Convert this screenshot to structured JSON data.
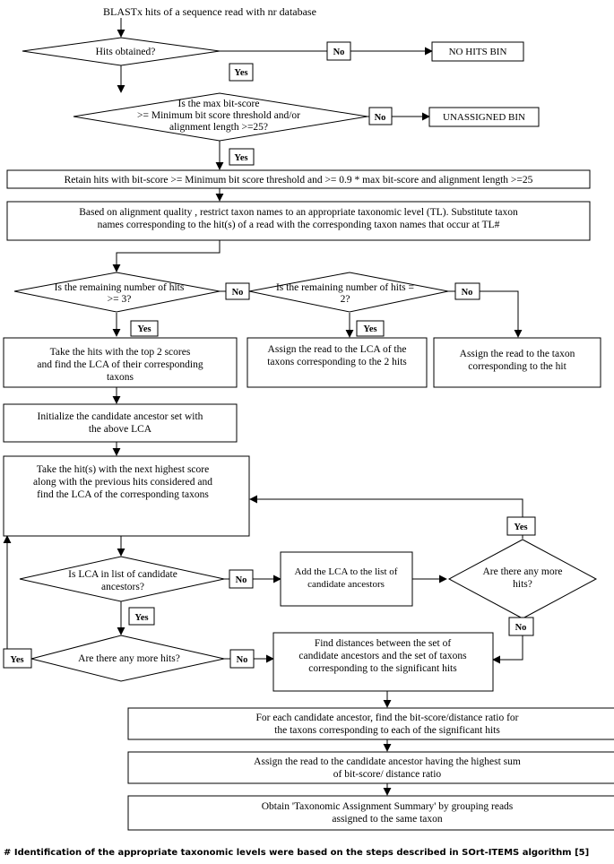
{
  "start_text": "BLASTx hits of a sequence read with nr database",
  "decisions": {
    "hits_obtained": [
      "Hits obtained?"
    ],
    "max_bitscore": [
      "Is the max bit-score",
      ">= Minimum bit score threshold and/or",
      "alignment length >=25?"
    ],
    "remaining_ge3": [
      "Is the remaining number of hits",
      ">= 3?"
    ],
    "remaining_eq2": [
      "Is the remaining number of hits =",
      "2?"
    ],
    "lca_in_list": [
      "Is LCA in list of candidate",
      "ancestors?"
    ],
    "more_hits_right": [
      "Are there any more",
      "hits?"
    ],
    "more_hits_left": [
      "Are there any more hits?"
    ]
  },
  "processes": {
    "no_hits_bin": [
      "NO HITS BIN"
    ],
    "unassigned_bin": [
      "UNASSIGNED BIN"
    ],
    "retain_hits": [
      "Retain hits with bit-score >= Minimum bit score threshold and >= 0.9 * max bit-score and alignment length >=25"
    ],
    "restrict_taxon": [
      "Based on alignment quality , restrict taxon names to an appropriate taxonomic level (TL). Substitute taxon",
      "names corresponding to the hit(s) of a read with the corresponding taxon names that occur at TL#"
    ],
    "top2": [
      "Take the hits with the top 2 scores",
      "and find the LCA of their corresponding",
      "taxons"
    ],
    "assign_lca2": [
      "Assign the read to the LCA of the",
      "taxons corresponding to the 2 hits"
    ],
    "assign_taxon": [
      "Assign the read to the taxon",
      "corresponding to the hit"
    ],
    "init_candidate": [
      "Initialize the candidate ancestor set with",
      "the above LCA"
    ],
    "next_hit": [
      "Take the hit(s) with the next highest score",
      "along with the previous hits considered and",
      "find the LCA of the corresponding taxons"
    ],
    "add_lca": [
      "Add the LCA to the list of",
      "candidate ancestors"
    ],
    "find_distances": [
      "Find distances between the set of",
      "candidate ancestors and the set of taxons",
      "corresponding to the significant hits"
    ],
    "ratio": [
      "For each candidate ancestor, find the bit-score/distance ratio for",
      "the taxons corresponding to each of the significant hits"
    ],
    "assign_highest": [
      "Assign the read to the candidate ancestor having the highest sum",
      "of bit-score/ distance ratio"
    ],
    "summary": [
      "Obtain 'Taxonomic Assignment Summary' by grouping reads",
      "assigned to the same taxon"
    ]
  },
  "labels": {
    "yes": "Yes",
    "no": "No"
  },
  "footnote": "# Identification of the appropriate taxonomic levels were based on the steps described in SOrt-ITEMS algorithm [5]"
}
